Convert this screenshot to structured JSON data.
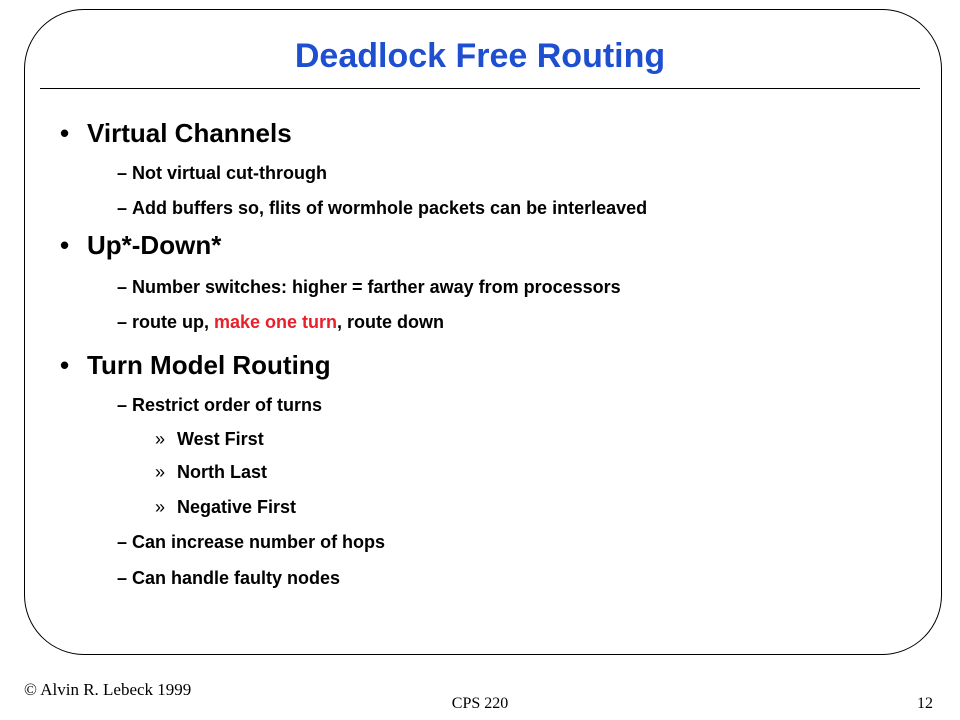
{
  "slide": {
    "title": "Deadlock Free Routing",
    "bullets": [
      {
        "text": "Virtual Channels",
        "children": [
          {
            "text": "Not virtual cut-through"
          },
          {
            "text": "Add buffers so, flits of wormhole packets can be interleaved"
          }
        ]
      },
      {
        "text": "Up*-Down*",
        "children": [
          {
            "text": "Number switches: higher = farther away from processors"
          },
          {
            "pre": "route up, ",
            "highlight": "make one turn",
            "post": ", route down"
          }
        ]
      },
      {
        "text": "Turn Model Routing",
        "children": [
          {
            "text": "Restrict order of turns",
            "children": [
              {
                "text": "West First"
              },
              {
                "text": "North Last"
              },
              {
                "text": "Negative First"
              }
            ]
          },
          {
            "text": "Can increase number of hops"
          },
          {
            "text": "Can handle faulty nodes"
          }
        ]
      }
    ],
    "markers": {
      "l1": "•",
      "l2": "–",
      "l3": "»"
    }
  },
  "footer": {
    "left": "© Alvin R. Lebeck 1999",
    "center": "CPS 220",
    "right": "12"
  },
  "colors": {
    "title": "#1f4fd1",
    "highlight": "#e8202a"
  }
}
